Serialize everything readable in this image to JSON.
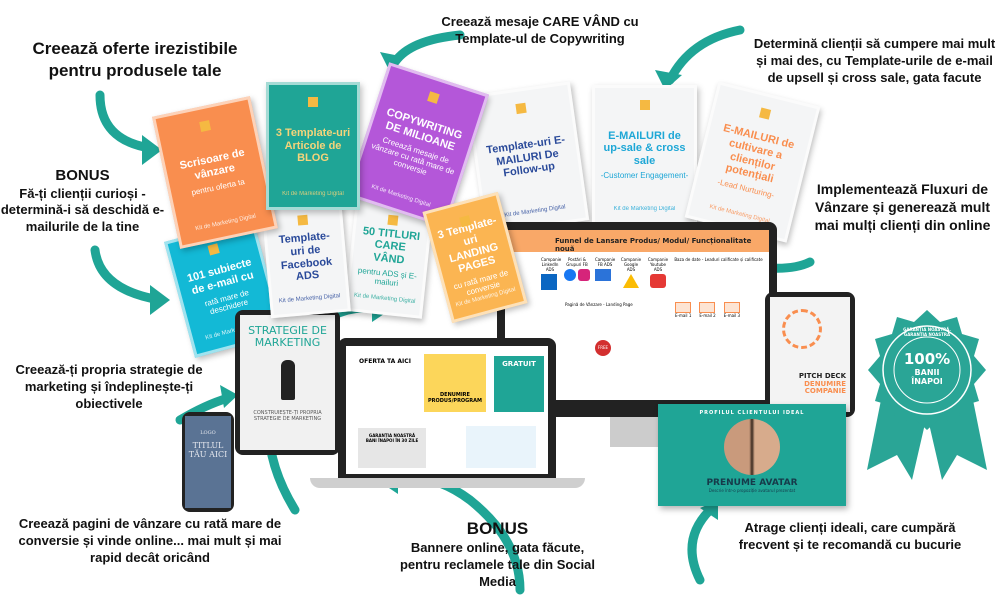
{
  "captions": {
    "offers": "Creează oferte irezistibile pentru produsele tale",
    "copy": "Creează mesaje CARE VÂND cu Template-ul de Copywriting",
    "upsell": "Determină clienții să cumpere mai mult și mai des, cu Template-urile de e-mail de upsell și cross sale, gata facute",
    "bonus1_title": "BONUS",
    "bonus1": "Fă-ți clienții curioși - determină-i să deschidă e-mailurile de la tine",
    "funnels": "Implementează Fluxuri de Vânzare și generează mult mai mulți clienți din online",
    "strategy": "Creează-ți propria strategie de marketing și îndeplinește-ți obiectivele",
    "pages": "Creează pagini de vânzare cu rată mare de conversie și vinde online... mai mult și mai rapid decât oricând",
    "bonus2_title": "BONUS",
    "bonus2": "Bannere online, gata făcute, pentru reclamele tale din Social Media",
    "clients": "Atrage clienți ideali, care cumpără frecvent și te recomandă cu bucurie"
  },
  "books": [
    {
      "title": "Scrisoare de vânzare",
      "sub": "pentru oferta ta",
      "footer": "Kit de Marketing Digital",
      "color": "#f98e4f"
    },
    {
      "title": "3 Template-uri Articole de BLOG",
      "sub": "",
      "footer": "Kit de Marketing Digital",
      "color": "#1fa596"
    },
    {
      "title": "COPYWRITING DE MILIOANE",
      "sub": "Creează mesaje de vânzare cu rată mare de conversie",
      "footer": "Kit de Marketing Digital",
      "color": "#b457d9"
    },
    {
      "title": "101 subiecte de e-mail cu",
      "sub": "rată mare de deschidere",
      "footer": "Kit de Marketing Digital",
      "color": "#13b9d6"
    },
    {
      "title": "Template-uri de Facebook ADS",
      "sub": "",
      "footer": "Kit de Marketing Digital",
      "color": "#f4f5f6"
    },
    {
      "title": "50 TITLURI CARE VÂND",
      "sub": "pentru ADS și E-mailuri",
      "footer": "Kit de Marketing Digital",
      "color": "#f4f5f6"
    },
    {
      "title": "3 Template-uri LANDING PAGES",
      "sub": "cu rată mare de conversie",
      "footer": "Kit de Marketing Digital",
      "color": "#fbb552"
    },
    {
      "title": "Template-uri E-MAILURI De Follow-up",
      "sub": "",
      "footer": "Kit de Marketing Digital",
      "color": "#f4f5f6"
    },
    {
      "title": "E-MAILURI de up-sale & cross sale",
      "sub": "-Customer Engagement-",
      "footer": "Kit de Marketing Digital",
      "color": "#f4f5f6"
    },
    {
      "title": "E-MAILURI de cultivare a clienților potențiali",
      "sub": "-Lead Nurturing-",
      "footer": "Kit de Marketing Digital",
      "color": "#f4f5f6"
    }
  ],
  "funnel": {
    "title": "Funnel de Lansare Produs/ Modul/ Funcționalitate nouă",
    "channels": [
      "Campanie LinkedIn ADS",
      "Postări & Grupuri FB",
      "Campanie FB ADS",
      "Campanie Google ADS",
      "Campanie Youtube ADS"
    ],
    "landing": "Pagină de Vânzare - Landing Page",
    "db": "Baza de date - Leaduri calificate și calificate",
    "emails": [
      "E-mail 1",
      "E-mail 2",
      "E-mail 3"
    ],
    "free": "FREE"
  },
  "strategy_tablet": {
    "title": "STRATEGIE DE MARKETING",
    "sub": "CONSTRUIEȘTE-ȚI PROPRIA STRATEGIE DE MARKETING"
  },
  "phone": {
    "logo": "LOGO",
    "title": "TITLUL TĂU AICI"
  },
  "banners": {
    "offer": "OFERTA TA AICI",
    "product": "DENUMIRE PRODUS/PROGRAM",
    "free": "GRATUIT",
    "guarantee": "GARANȚIA NOASTRĂ BANI ÎNAPOI ÎN 30 ZILE"
  },
  "pitch": {
    "title1": "PITCH DECK",
    "title2": "DENUMIRE COMPANIE"
  },
  "avatar": {
    "arc": "PROFILUL CLIENTULUI IDEAL",
    "name": "PRENUME AVATAR",
    "sub": "Descrie într-o propoziție avatarul prezentat"
  },
  "badge": {
    "percent": "100%",
    "line1": "BANII",
    "line2": "ÎNAPOI",
    "ring": "GARANȚIA NOASTRĂ. GARANȚIA NOASTRĂ"
  },
  "colors": {
    "teal": "#1fa596",
    "orange": "#f98e4f"
  }
}
